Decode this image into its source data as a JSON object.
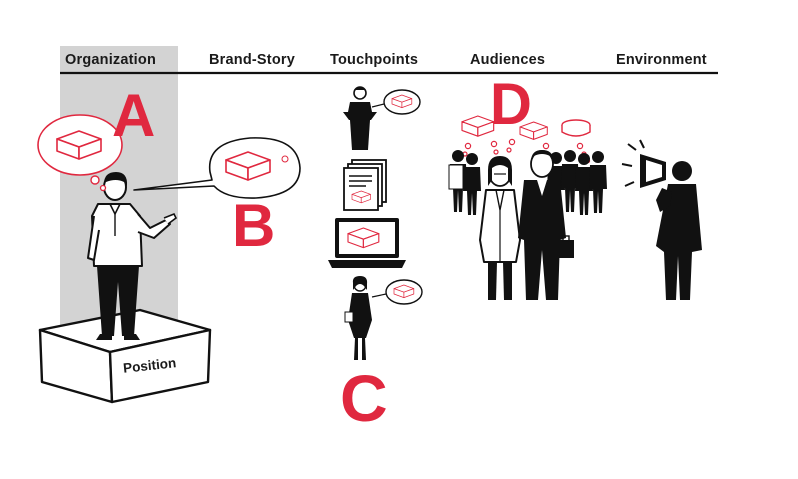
{
  "columns": {
    "organization": "Organization",
    "brand_story": "Brand-Story",
    "touchpoints": "Touchpoints",
    "audiences": "Audiences",
    "environment": "Environment"
  },
  "markers": {
    "a": "A",
    "b": "B",
    "c": "C",
    "d": "D"
  },
  "pedestal_label": "Position",
  "colors": {
    "accent": "#e0283f",
    "highlight": "#d3d3d3",
    "ink": "#000000"
  },
  "icons": [
    "box-icon",
    "speech-bubble-icon",
    "thought-bubble-icon",
    "podium-speaker-icon",
    "documents-icon",
    "laptop-icon",
    "businesswoman-icon",
    "megaphone-icon"
  ]
}
